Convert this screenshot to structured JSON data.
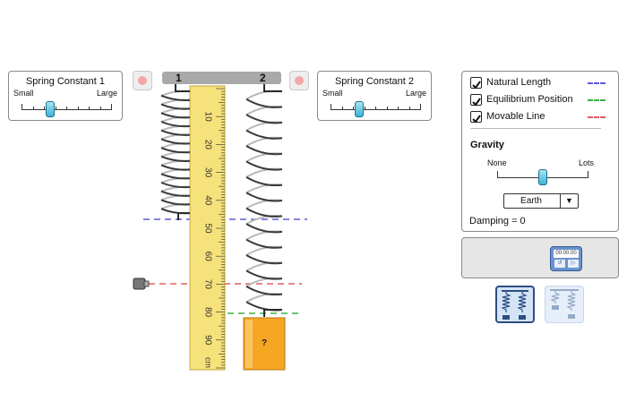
{
  "spring_constant_1": {
    "title": "Spring Constant 1",
    "min_label": "Small",
    "max_label": "Large",
    "value_fraction": 0.32
  },
  "spring_constant_2": {
    "title": "Spring Constant 2",
    "min_label": "Small",
    "max_label": "Large",
    "value_fraction": 0.32
  },
  "hanger_bar": {
    "spring_1_label": "1",
    "spring_2_label": "2"
  },
  "ruler": {
    "tick_labels": [
      "10",
      "20",
      "30",
      "40",
      "50",
      "60",
      "70",
      "80",
      "90"
    ],
    "unit": "cm"
  },
  "mass": {
    "label": "?"
  },
  "options": {
    "natural_length": {
      "label": "Natural Length",
      "checked": true,
      "color": "#5b5bd6"
    },
    "equilibrium_position": {
      "label": "Equilibrium Position",
      "checked": true,
      "color": "#3cb043"
    },
    "movable_line": {
      "label": "Movable Line",
      "checked": true,
      "color": "#e35b5b"
    }
  },
  "gravity": {
    "title": "Gravity",
    "min_label": "None",
    "max_label": "Lots",
    "value_fraction": 0.5,
    "planet": "Earth"
  },
  "damping": {
    "text": "Damping = 0"
  },
  "stopwatch": {
    "display": "00:00.00"
  },
  "icons": {
    "stop_button_1": "stop-icon",
    "stop_button_2": "stop-icon",
    "planet_dropdown": "triangle-down-icon",
    "movable_line_handle": "drag-handle-icon",
    "stopwatch": "stopwatch-icon"
  },
  "colors": {
    "ruler": "#f6e27a",
    "mass": "#f5a623",
    "slider_thumb": "#3ab3d6",
    "mode_selected": "#2c4e80"
  }
}
